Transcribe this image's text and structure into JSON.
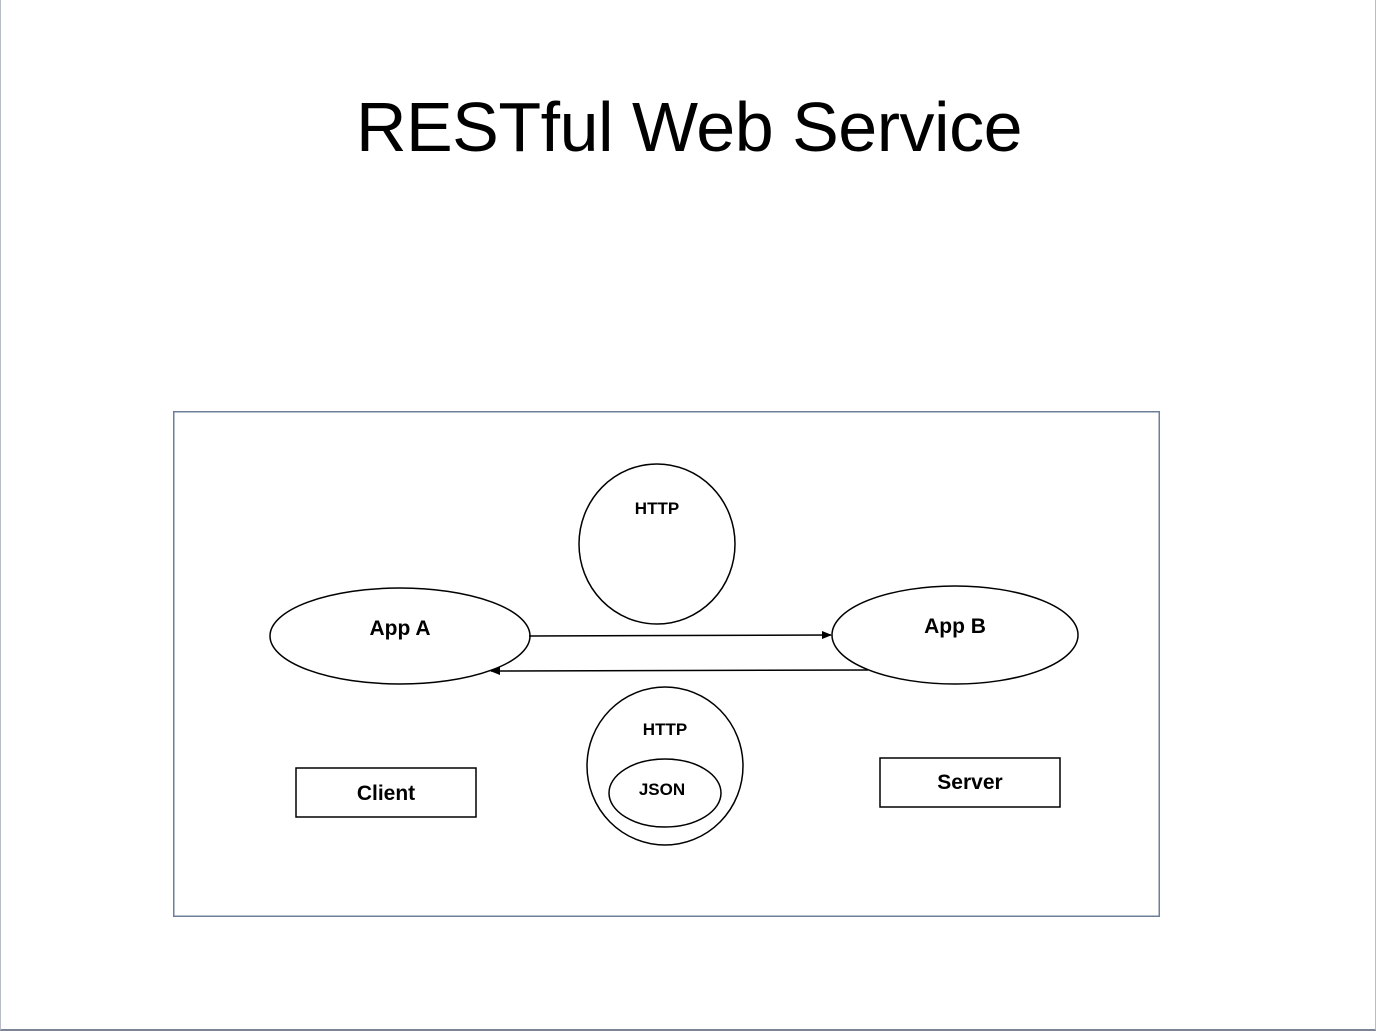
{
  "slide": {
    "title": "RESTful Web Service"
  },
  "diagram": {
    "frame_color": "#6e7f99",
    "nodes": {
      "app_a": "App A",
      "app_b": "App B",
      "request_protocol": "HTTP",
      "response_protocol": "HTTP",
      "response_format": "JSON",
      "client_label": "Client",
      "server_label": "Server"
    },
    "edges": [
      {
        "from": "App A",
        "to": "App B"
      },
      {
        "from": "App B",
        "to": "App A"
      }
    ]
  }
}
